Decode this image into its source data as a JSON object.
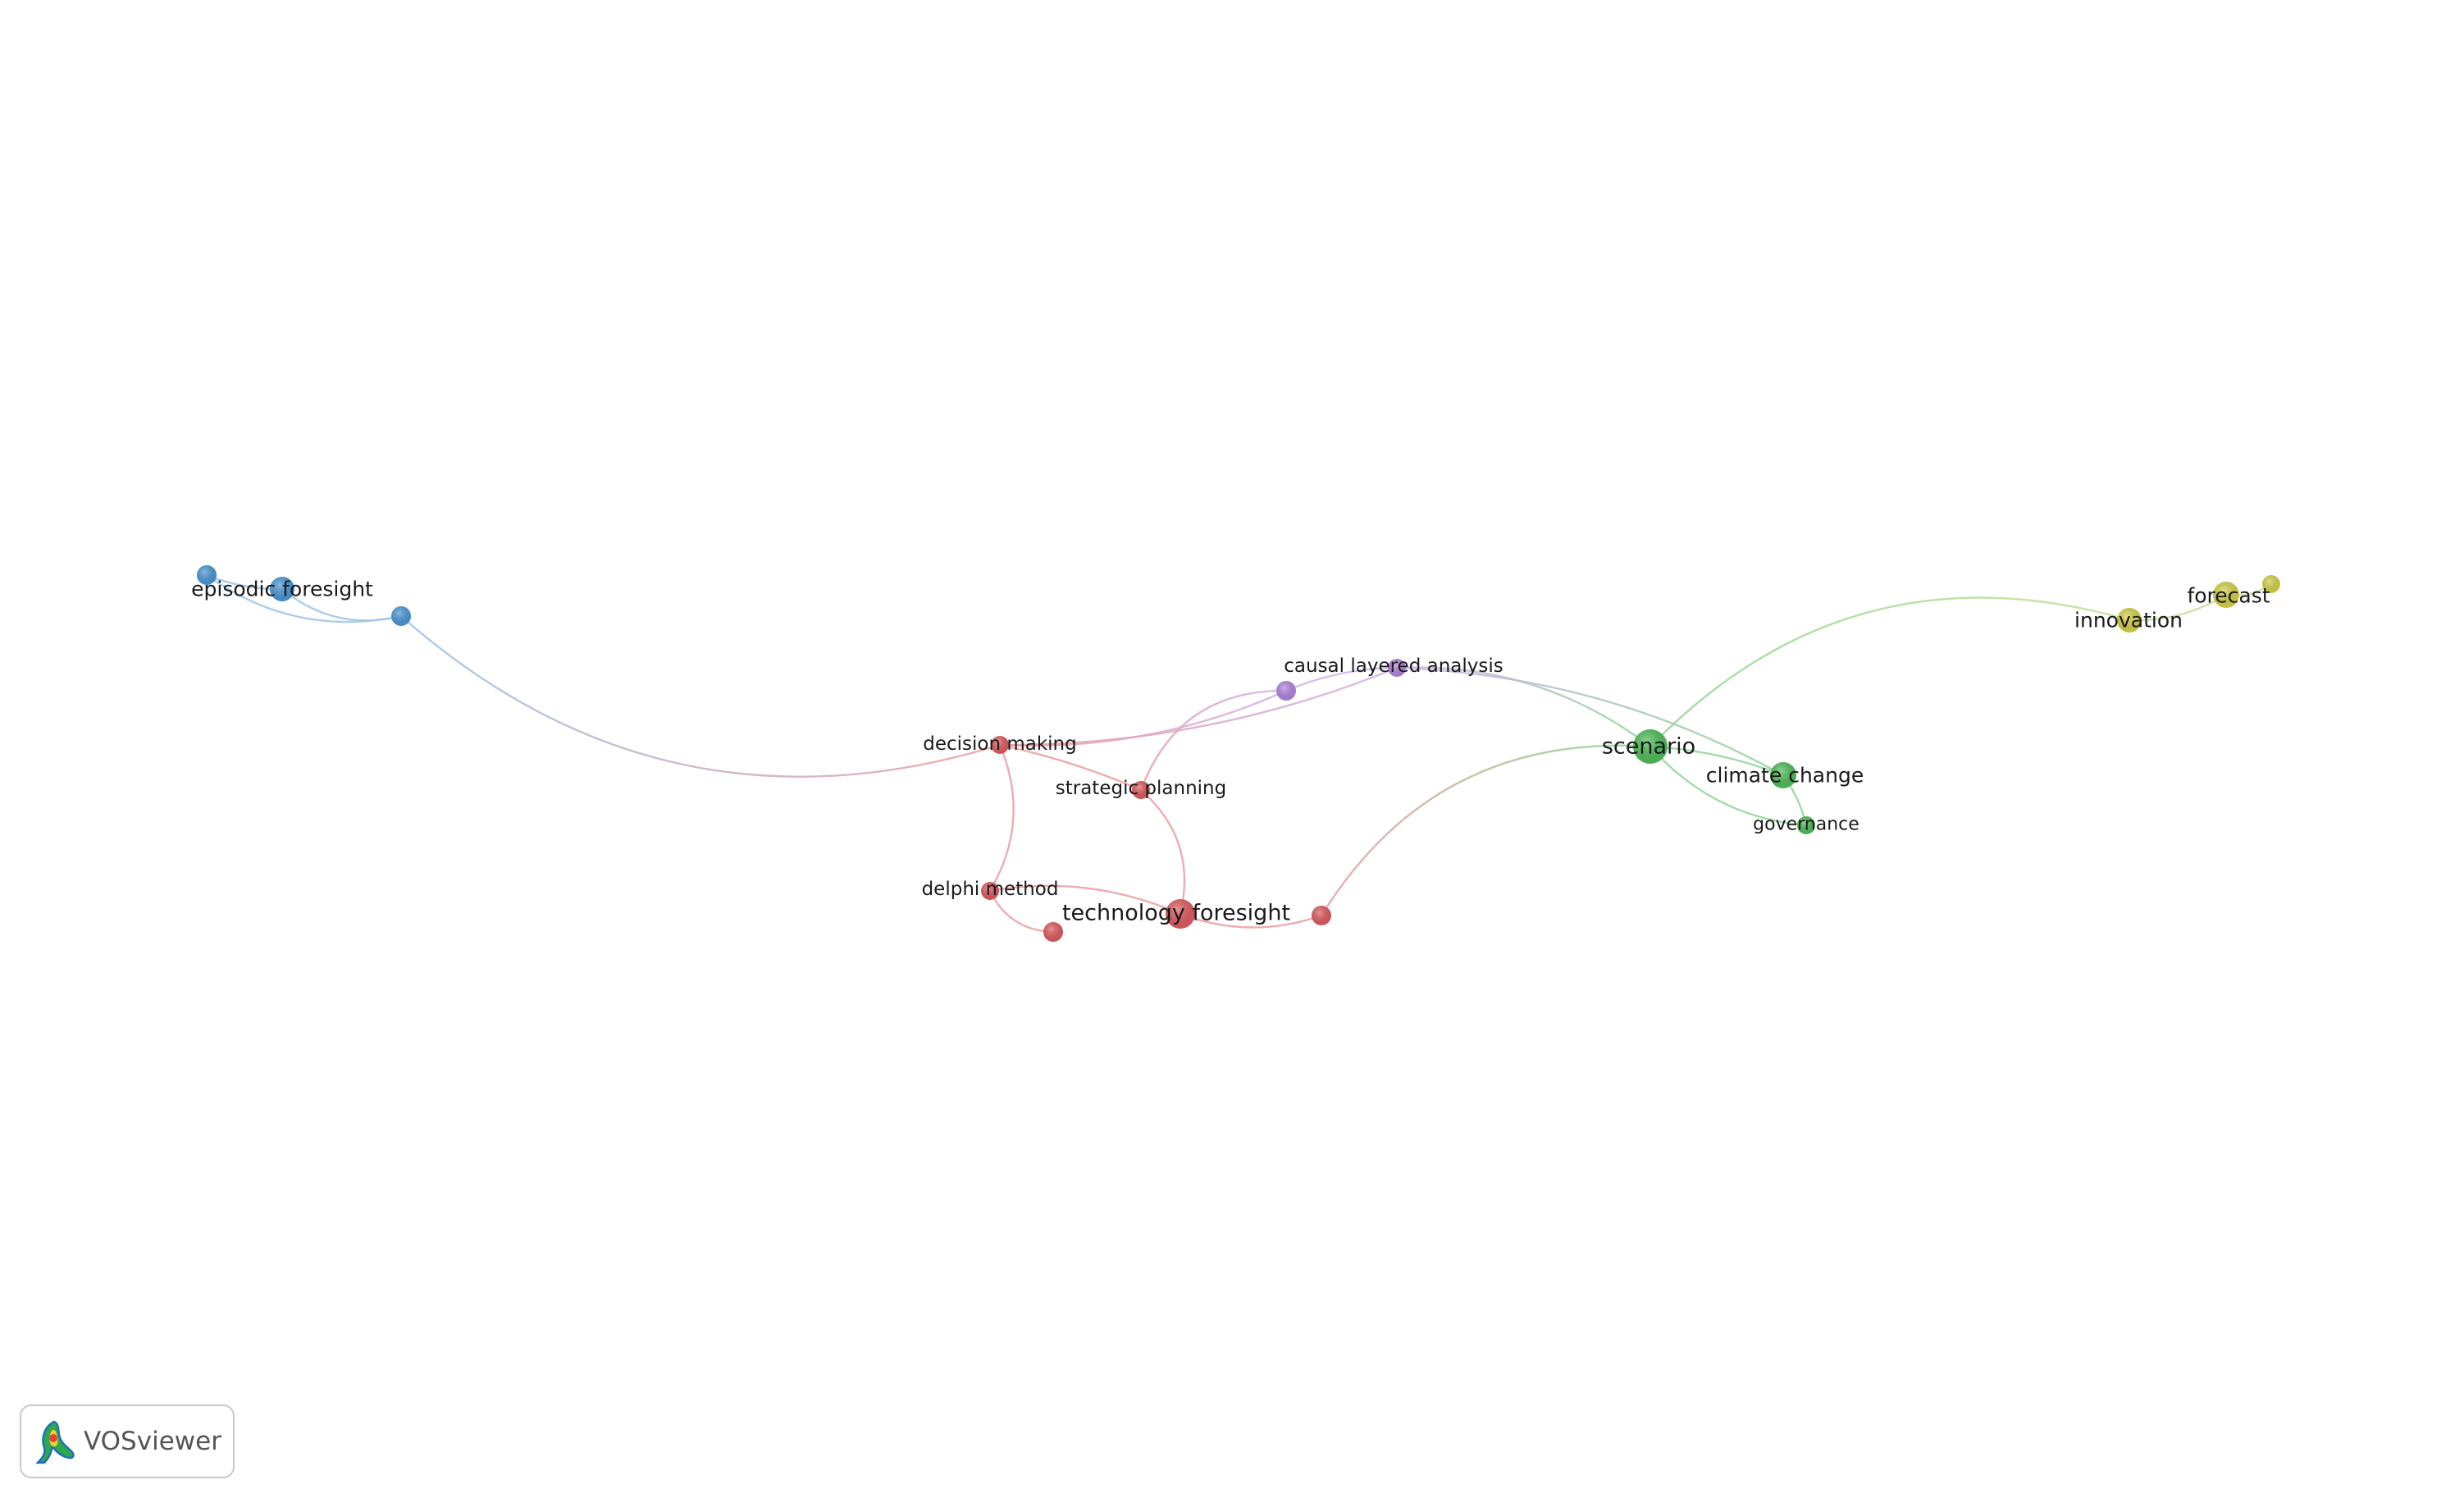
{
  "diagram": {
    "type": "keyword co-occurrence network",
    "clusters": [
      {
        "id": "red",
        "color": "#e05a5f",
        "edge_color": "#eb9da1"
      },
      {
        "id": "green",
        "color": "#4fbf58",
        "edge_color": "#93d39a"
      },
      {
        "id": "blue",
        "color": "#4a97d8",
        "edge_color": "#9cc3e6"
      },
      {
        "id": "yellow",
        "color": "#d6d447",
        "edge_color": "#c3df9a"
      },
      {
        "id": "purple",
        "color": "#b384e0",
        "edge_color": "#cfb4e8"
      }
    ],
    "nodes": [
      {
        "id": "episodic-foresight",
        "label": "episodic foresight",
        "cluster": "blue"
      },
      {
        "id": "blue-node-a",
        "label": "",
        "cluster": "blue"
      },
      {
        "id": "blue-node-b",
        "label": "",
        "cluster": "blue"
      },
      {
        "id": "decision-making",
        "label": "decision making",
        "cluster": "red"
      },
      {
        "id": "strategic-planning",
        "label": "strategic planning",
        "cluster": "red"
      },
      {
        "id": "delphi-method",
        "label": "delphi method",
        "cluster": "red"
      },
      {
        "id": "technology-foresight",
        "label": "technology foresight",
        "cluster": "red"
      },
      {
        "id": "red-node-a",
        "label": "",
        "cluster": "red"
      },
      {
        "id": "red-node-b",
        "label": "",
        "cluster": "red"
      },
      {
        "id": "causal-layered-analysis",
        "label": "causal layered analysis",
        "cluster": "purple"
      },
      {
        "id": "purple-node-a",
        "label": "",
        "cluster": "purple"
      },
      {
        "id": "scenario",
        "label": "scenario",
        "cluster": "green"
      },
      {
        "id": "climate-change",
        "label": "climate change",
        "cluster": "green"
      },
      {
        "id": "governance",
        "label": "governance",
        "cluster": "green"
      },
      {
        "id": "innovation",
        "label": "innovation",
        "cluster": "yellow"
      },
      {
        "id": "forecast",
        "label": "forecast",
        "cluster": "yellow"
      },
      {
        "id": "yellow-node-a",
        "label": "",
        "cluster": "yellow"
      }
    ],
    "edges": [
      [
        "blue-node-a",
        "blue-node-b"
      ],
      [
        "episodic-foresight",
        "blue-node-b"
      ],
      [
        "blue-node-a",
        "episodic-foresight"
      ],
      [
        "blue-node-b",
        "decision-making"
      ],
      [
        "decision-making",
        "strategic-planning"
      ],
      [
        "decision-making",
        "delphi-method"
      ],
      [
        "decision-making",
        "purple-node-a"
      ],
      [
        "decision-making",
        "causal-layered-analysis"
      ],
      [
        "strategic-planning",
        "technology-foresight"
      ],
      [
        "strategic-planning",
        "purple-node-a"
      ],
      [
        "delphi-method",
        "red-node-a"
      ],
      [
        "delphi-method",
        "technology-foresight"
      ],
      [
        "technology-foresight",
        "red-node-b"
      ],
      [
        "red-node-b",
        "scenario"
      ],
      [
        "purple-node-a",
        "causal-layered-analysis"
      ],
      [
        "causal-layered-analysis",
        "scenario"
      ],
      [
        "causal-layered-analysis",
        "climate-change"
      ],
      [
        "scenario",
        "climate-change"
      ],
      [
        "scenario",
        "innovation"
      ],
      [
        "climate-change",
        "governance"
      ],
      [
        "scenario",
        "governance"
      ],
      [
        "innovation",
        "forecast"
      ],
      [
        "forecast",
        "yellow-node-a"
      ]
    ]
  },
  "branding": {
    "name": "VOSviewer",
    "icon": "vosviewer-logo-icon"
  }
}
